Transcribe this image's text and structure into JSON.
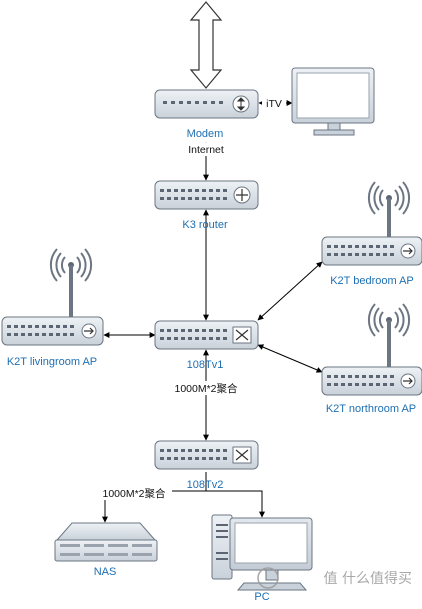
{
  "diagram": {
    "nodes": {
      "modem": "Modem",
      "k3_router": "K3 router",
      "switch1": "108Tv1",
      "switch2": "108Tv2",
      "k2t_bedroom": "K2T bedroom AP",
      "k2t_livingroom": "K2T livingroom AP",
      "k2t_northroom": "K2T northroom AP",
      "nas": "NAS",
      "pc": "PC"
    },
    "edge_labels": {
      "itv": "iTV",
      "internet": "Internet",
      "aggregate_1": "1000M*2聚合",
      "aggregate_2": "1000M*2聚合"
    },
    "watermark": "值 什么值得买",
    "colors": {
      "device_fill": "#dde3ea",
      "device_stroke": "#6b7682",
      "label_blue": "#1f6fb2",
      "line": "#000000"
    }
  }
}
